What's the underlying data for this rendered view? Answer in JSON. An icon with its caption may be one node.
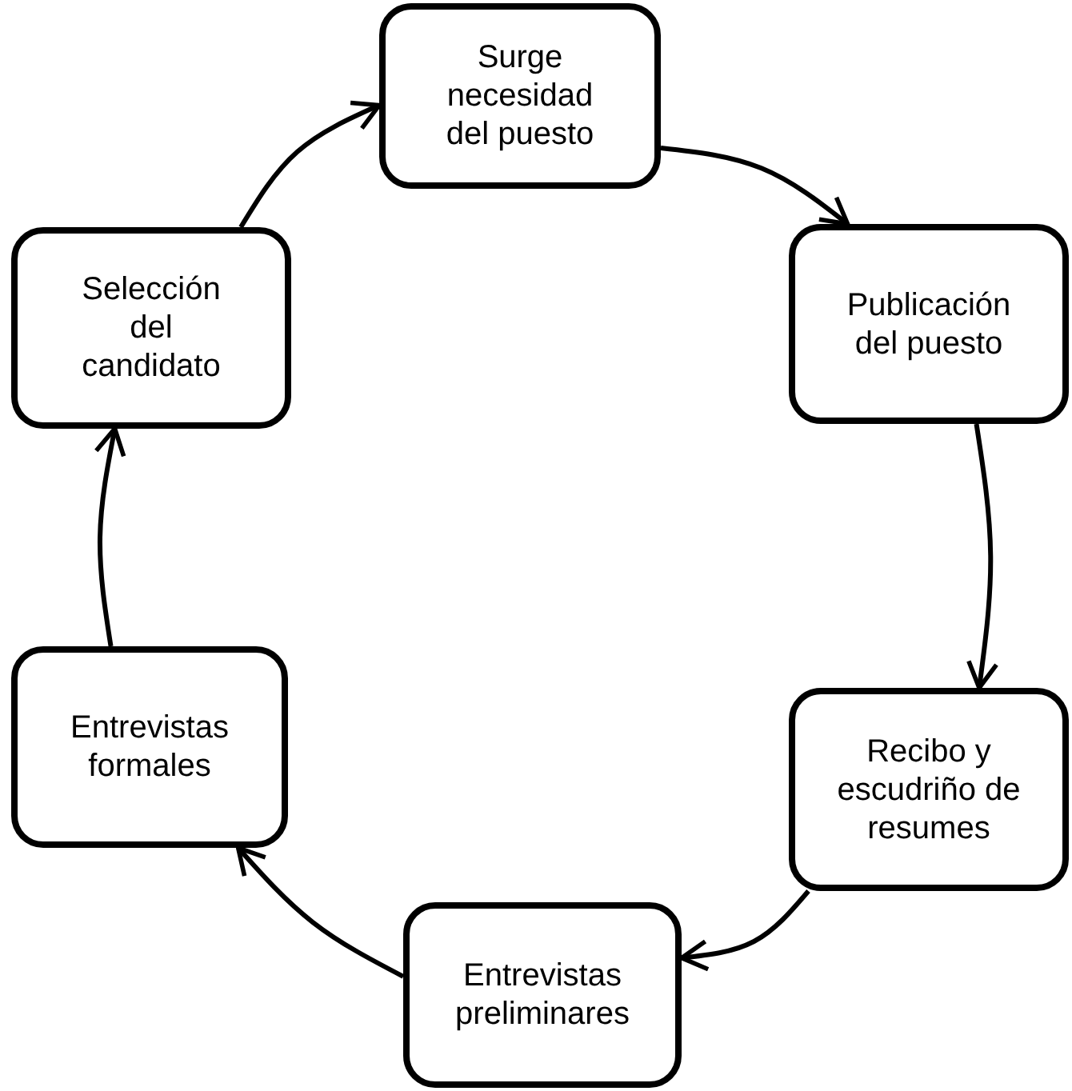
{
  "diagram": {
    "nodes": [
      {
        "text": [
          "Surge necesidad del puesto"
        ]
      },
      {
        "text": [
          "Publicación del puesto"
        ]
      },
      {
        "text": [
          "Recibo y escudriño de resumes"
        ]
      },
      {
        "text": [
          "Entrevistas preliminares"
        ]
      },
      {
        "text": [
          "Entrevistas formales"
        ]
      },
      {
        "text": [
          "Selección del candidato"
        ]
      }
    ],
    "edges": [
      {
        "from": 0,
        "to": 1,
        "arrow": "to"
      },
      {
        "from": 1,
        "to": 2,
        "arrow": "to"
      },
      {
        "from": 2,
        "to": 3,
        "arrow": "to"
      },
      {
        "from": 3,
        "to": 4,
        "arrow": "to"
      },
      {
        "from": 4,
        "to": 5,
        "arrow": "to"
      },
      {
        "from": 5,
        "to": 0,
        "arrow": "to"
      }
    ]
  }
}
